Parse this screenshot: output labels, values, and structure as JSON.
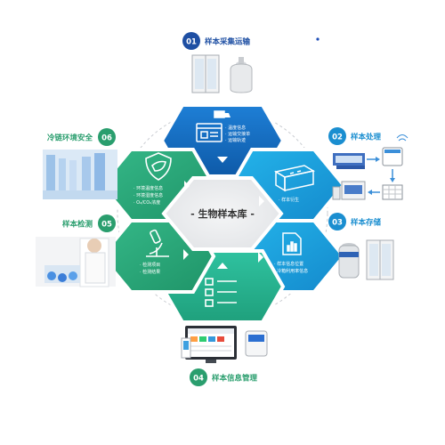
{
  "center": {
    "title": "- 生物样本库 -"
  },
  "colors": {
    "blue": "#1565c0",
    "cyan": "#1aa3df",
    "green": "#2aa979",
    "label_blue": "#1e4fa3",
    "label_cyan": "#1a8ed0",
    "label_green": "#2a9e6e",
    "center_fill": "#e9eaec"
  },
  "modules": [
    {
      "id": "01",
      "title": "样本采集运输",
      "icon": "truck-monitor-icon",
      "items": [
        "· 温度信息",
        "· 运输交接单",
        "· 运输轨迹"
      ]
    },
    {
      "id": "02",
      "title": "样本处理",
      "icon": "sample-box-icon",
      "items": [
        "· 样本衍生"
      ]
    },
    {
      "id": "03",
      "title": "样本存储",
      "icon": "document-chart-icon",
      "items": [
        "· 样本信息位置",
        "· 冷箱利用率信息"
      ]
    },
    {
      "id": "04",
      "title": "样本信息管理",
      "icon": "checklist-icon",
      "items": []
    },
    {
      "id": "05",
      "title": "样本检测",
      "icon": "microscope-icon",
      "items": [
        "· 检测项目",
        "· 检测结果"
      ]
    },
    {
      "id": "06",
      "title": "冷链环境安全",
      "icon": "shield-leaf-icon",
      "items": [
        "· 环境温度信息",
        "· 环境湿度信息",
        "· O₂/CO₂浓度"
      ]
    }
  ]
}
